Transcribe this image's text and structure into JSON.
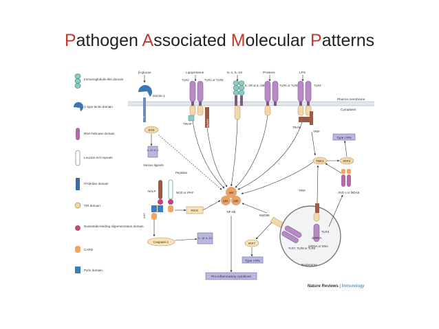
{
  "slide": {
    "title_parts": [
      {
        "cap": "P",
        "rest": "athogen "
      },
      {
        "cap": "A",
        "rest": "ssociated "
      },
      {
        "cap": "M",
        "rest": "olecular "
      },
      {
        "cap": "P",
        "rest": "atterns"
      }
    ]
  },
  "legend": {
    "items": [
      "Immunoglobulin-like domain",
      "C-type lectin domain",
      "RNA-helicase domain",
      "Leucine-rich repeats",
      "ITAM-like domain",
      "TIR domain",
      "Nucleotide-binding oligomerization domain",
      "CARD",
      "Pyrin domain"
    ]
  },
  "ligands": {
    "beta_glucan": "β-glucan",
    "lipoproteins": "Lipoproteins",
    "il1": "IL-1, IL-18",
    "proteins": "Proteins",
    "lps": "LPS"
  },
  "receptors": {
    "dectin": "Dectin-1",
    "tlr2": "TLR2",
    "tlr1": "TLR1 or TLR6",
    "il1r": "IL-1R or IL-18R",
    "tlr5": "TLR5 or TLR8",
    "tlr4": "TLR4"
  },
  "membrane": {
    "plasma": "Plasma membrane",
    "cytoplasm": "Cytoplasm"
  },
  "nodes": {
    "syk": "SYK",
    "il10": "IL-10 IL-2",
    "tirap": "TIRAP",
    "myd88_vert": "MyD88",
    "tram": "TRAM",
    "trif_top": "TRIF",
    "type1ifn_top": "Type I IFN",
    "tbk1": "TBK1",
    "irf3": "IRF3",
    "various": "Various ligands",
    "peptides": "Peptides",
    "nalp": "NALP",
    "nod": "NOD or IPAF",
    "asc": "ASC",
    "rick": "RICK",
    "ikb": "IκB",
    "p50": "p50",
    "p65": "p65",
    "nfkb": "NF-κB",
    "myd88": "MyD88",
    "trif": "TRIF",
    "rig": "RIG-I or MDA5",
    "tlr3": "TLR3",
    "dsrna": "dsRNA",
    "ssrna": "ssRNA or DNA",
    "tlr7": "TLR7, TLR8 or TLR9",
    "endosome": "Endosome",
    "caspase": "Caspase-1",
    "il1b": "IL-1β IL-18",
    "irf7": "IRF7",
    "type1ifn_bottom": "Type I IFN",
    "proinflam": "Pro-inflammatory cytokines"
  },
  "credit": {
    "journal": "Nature Reviews",
    "separator": " | ",
    "section": "Immunology"
  },
  "colors": {
    "title_accent": "#c0392b",
    "legend_teal": "#5fa8a0",
    "ctype_blue": "#3a78b5",
    "helicase_purple": "#a05a9a",
    "tir_tan": "#f2d7a8",
    "nod_pink": "#c2467e",
    "card_orange": "#f0a561",
    "pyrin_blue": "#3b7cc0",
    "nfkb_orange": "#e8a268",
    "box_lavender": "#b9b7e0",
    "brown": "#9a5a44"
  }
}
